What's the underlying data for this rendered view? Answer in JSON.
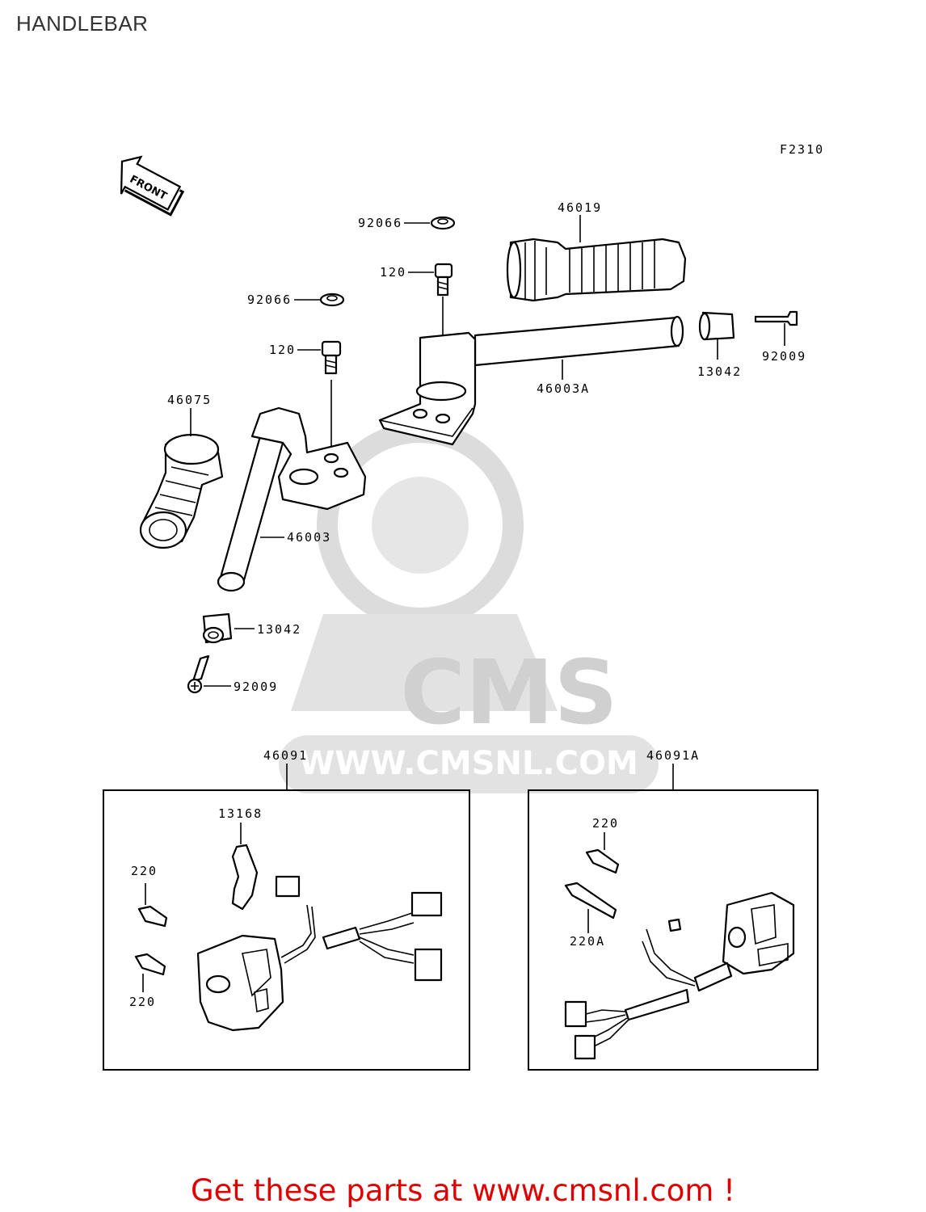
{
  "page": {
    "title": "HANDLEBAR",
    "figure_code": "F2310",
    "front_arrow": "FRONT",
    "watermark_brand": "CMS",
    "watermark_url": "WWW.CMSNL.COM",
    "cta": "Get these parts at www.cmsnl.com !"
  },
  "callouts": {
    "c_92066_top": "92066",
    "c_46019": "46019",
    "c_120_top": "120",
    "c_92066_mid": "92066",
    "c_120_mid": "120",
    "c_13042_right": "13042",
    "c_92009_right": "92009",
    "c_46003A": "46003A",
    "c_46075": "46075",
    "c_46003": "46003",
    "c_13042_left": "13042",
    "c_92009_left": "92009",
    "c_46091": "46091",
    "c_46091A": "46091A",
    "c_13168": "13168",
    "c_220_l1": "220",
    "c_220_l2": "220",
    "c_220_r1": "220",
    "c_220A": "220A"
  },
  "colors": {
    "watermark": "#d9d9d9",
    "cta": "#e00000"
  }
}
